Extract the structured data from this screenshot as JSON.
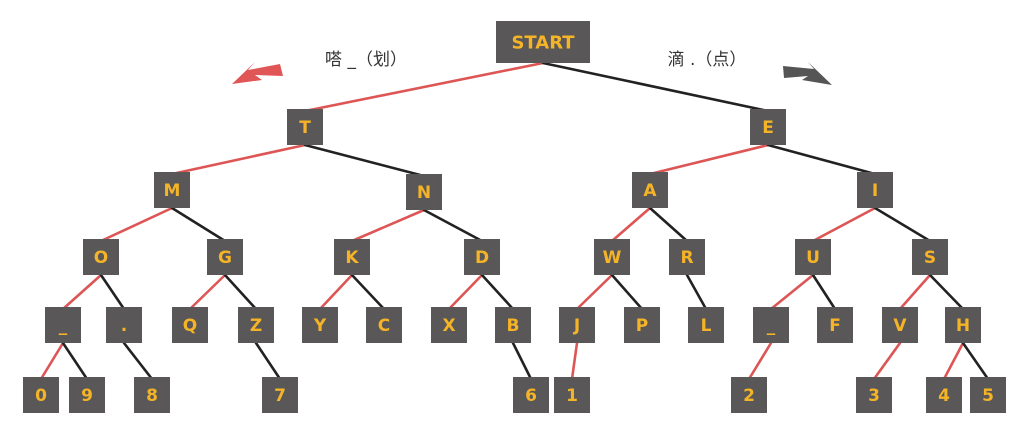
{
  "legend": {
    "dot": {
      "text": "嗒 _（划）",
      "color": "#e05656"
    },
    "dash": {
      "text": "滴 .（点）",
      "color": "#555555"
    }
  },
  "colors": {
    "node_fill": "#595757",
    "node_text": "#f5b427",
    "dash_branch": "#dd5555",
    "dot_branch": "#222222"
  },
  "root": {
    "label": "START",
    "dot": {
      "label": "T",
      "dot": {
        "label": "M",
        "dot": {
          "label": "O",
          "dot": {
            "label": "_",
            "dot": {
              "label": "0"
            },
            "dash": {
              "label": "9"
            }
          },
          "dash": {
            "label": ".",
            "dash": {
              "label": "8"
            }
          }
        },
        "dash": {
          "label": "G",
          "dot": {
            "label": "Q"
          },
          "dash": {
            "label": "Z",
            "dash": {
              "label": "7"
            }
          }
        }
      },
      "dash": {
        "label": "N",
        "dot": {
          "label": "K",
          "dot": {
            "label": "Y"
          },
          "dash": {
            "label": "C"
          }
        },
        "dash": {
          "label": "D",
          "dot": {
            "label": "X"
          },
          "dash": {
            "label": "B",
            "dash": {
              "label": "6"
            }
          }
        }
      }
    },
    "dash": {
      "label": "E",
      "dot": {
        "label": "A",
        "dot": {
          "label": "W",
          "dot": {
            "label": "J",
            "dot": {
              "label": "1"
            }
          },
          "dash": {
            "label": "P"
          }
        },
        "dash": {
          "label": "R",
          "dash": {
            "label": "L"
          }
        }
      },
      "dash": {
        "label": "I",
        "dot": {
          "label": "U",
          "dot": {
            "label": "_",
            "dot": {
              "label": "2"
            }
          },
          "dash": {
            "label": "F"
          }
        },
        "dash": {
          "label": "S",
          "dot": {
            "label": "V",
            "dot": {
              "label": "3"
            }
          },
          "dash": {
            "label": "H",
            "dot": {
              "label": "4"
            },
            "dash": {
              "label": "5"
            }
          }
        }
      }
    }
  }
}
